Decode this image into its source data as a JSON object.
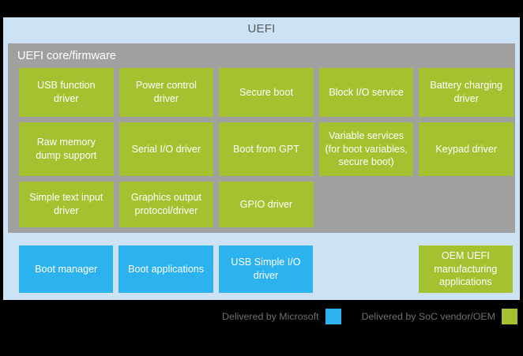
{
  "diagram": {
    "title": "UEFI",
    "core_section": {
      "title": "UEFI core/firmware",
      "rows": [
        [
          {
            "label": "USB function driver",
            "color": "#a4c130"
          },
          {
            "label": "Power control driver",
            "color": "#a4c130"
          },
          {
            "label": "Secure boot",
            "color": "#a4c130"
          },
          {
            "label": "Block I/O service",
            "color": "#a4c130"
          },
          {
            "label": "Battery charging driver",
            "color": "#a4c130"
          }
        ],
        [
          {
            "label": "Raw memory dump support",
            "color": "#a4c130"
          },
          {
            "label": "Serial I/O driver",
            "color": "#a4c130"
          },
          {
            "label": "Boot from GPT",
            "color": "#a4c130"
          },
          {
            "label": "Variable services (for boot variables, secure boot)",
            "color": "#a4c130"
          },
          {
            "label": "Keypad driver",
            "color": "#a4c130"
          }
        ],
        [
          {
            "label": "Simple text input driver",
            "color": "#a4c130"
          },
          {
            "label": "Graphics output protocol/driver",
            "color": "#a4c130"
          },
          {
            "label": "GPIO driver",
            "color": "#a4c130"
          },
          {
            "label": "",
            "color": "none"
          },
          {
            "label": "",
            "color": "none"
          }
        ]
      ]
    },
    "application_row": [
      {
        "label": "Boot manager",
        "color": "#2cb3ef"
      },
      {
        "label": "Boot applications",
        "color": "#2cb3ef"
      },
      {
        "label": "USB Simple I/O driver",
        "color": "#2cb3ef"
      },
      {
        "label": "",
        "color": "none"
      },
      {
        "label": "OEM UEFI manufacturing applications",
        "color": "#a4c130"
      }
    ],
    "legend": [
      {
        "label": "Delivered by Microsoft",
        "color": "#2cb3ef"
      },
      {
        "label": "Delivered by SoC vendor/OEM",
        "color": "#a4c130"
      }
    ],
    "colors": {
      "panel_background": "#cde3f5",
      "core_background": "#a0a0a0",
      "microsoft_blue": "#2cb3ef",
      "vendor_green": "#a4c130",
      "legend_text": "#6f7072",
      "title_text": "#59595b",
      "page_background": "#000000"
    }
  }
}
